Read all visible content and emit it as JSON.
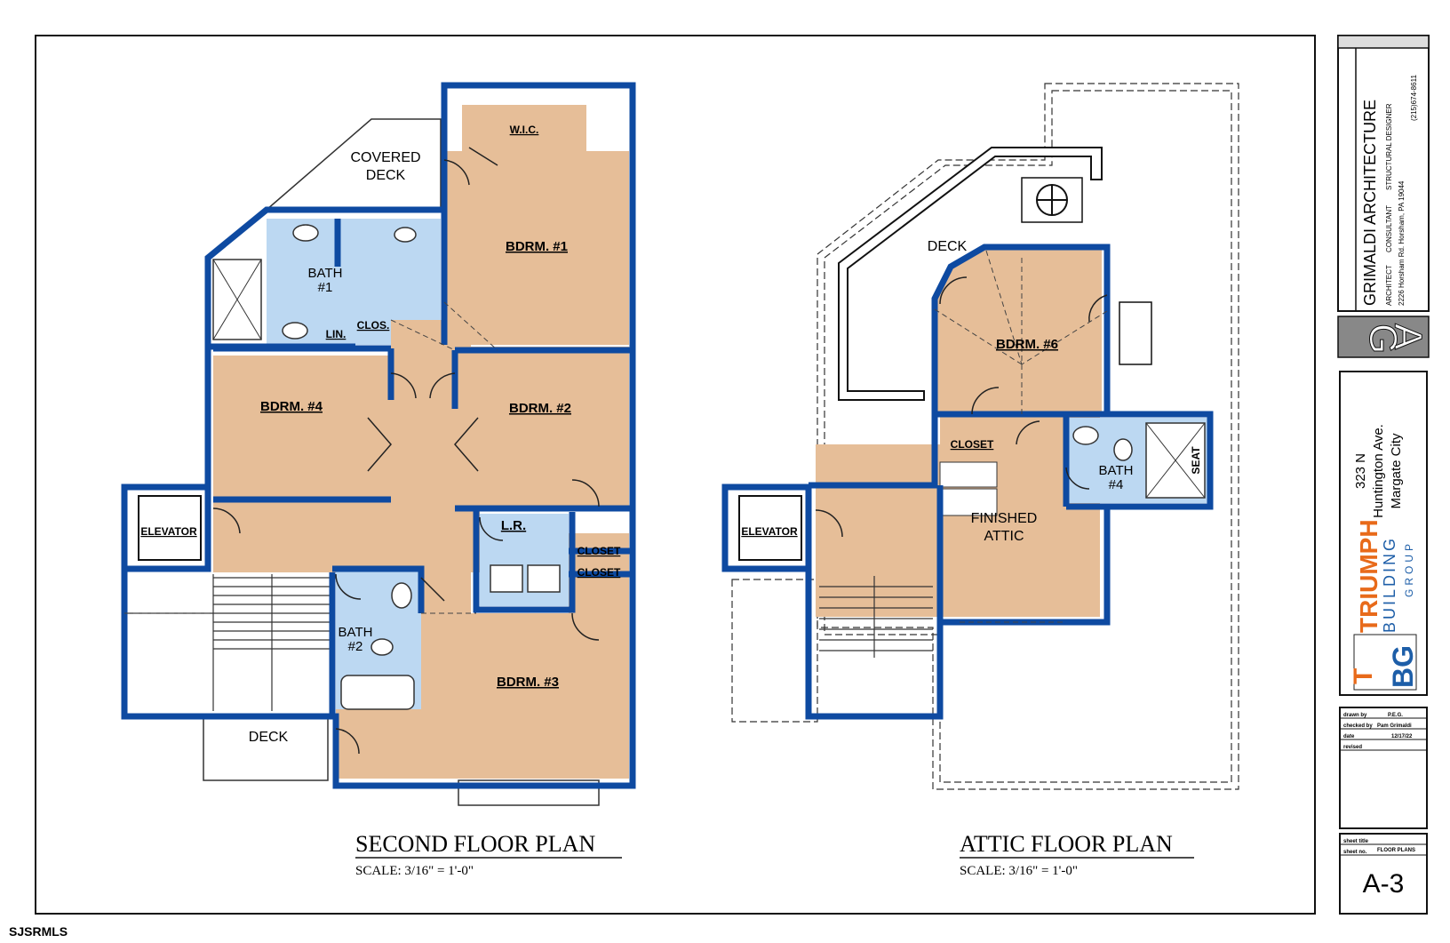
{
  "watermark": "SJSRMLS",
  "second_floor": {
    "title": "SECOND FLOOR PLAN",
    "scale": "SCALE: 3/16\" = 1'-0\"",
    "rooms": {
      "wic": "W.I.C.",
      "covered_deck_1": "COVERED",
      "covered_deck_2": "DECK",
      "bdrm1": "BDRM. #1",
      "bath1_1": "BATH",
      "bath1_2": "#1",
      "lin": "LIN.",
      "clos": "CLOS.",
      "bdrm4": "BDRM. #4",
      "bdrm2": "BDRM. #2",
      "elevator": "ELEVATOR",
      "lr": "L.R.",
      "closet_a": "CLOSET",
      "closet_b": "CLOSET",
      "bath2_1": "BATH",
      "bath2_2": "#2",
      "bdrm3": "BDRM. #3",
      "deck": "DECK"
    }
  },
  "attic_floor": {
    "title": "ATTIC FLOOR PLAN",
    "scale": "SCALE: 3/16\" = 1'-0\"",
    "rooms": {
      "deck": "DECK",
      "bdrm6": "BDRM. #6",
      "closet": "CLOSET",
      "bath4_1": "BATH",
      "bath4_2": "#4",
      "seat": "SEAT",
      "finished_1": "FINISHED",
      "finished_2": "ATTIC",
      "elevator": "ELEVATOR"
    }
  },
  "title_block": {
    "firm": "GRIMALDI ARCHITECTURE",
    "role_1": "ARCHITECT",
    "role_2": "CONSULTANT",
    "role_3": "STRUCTURAL DESIGNER",
    "address": "2226 Horsham Rd.   Horsham, PA 19044",
    "phone": "(215)674-8611",
    "monogram_1": "G",
    "monogram_2": "A",
    "project_1": "323 N",
    "project_2": "Huntington Ave.",
    "project_3": "Margate City",
    "builder_1": "TRIUMPH",
    "builder_2": "BUILDING",
    "builder_3": "GROUP",
    "builder_initials_1": "T",
    "builder_initials_2": "BG",
    "drawn_by_label": "drawn by",
    "drawn_by": "P.E.G.",
    "checked_by_label": "checked by",
    "checked_by": "Pam Grimaldi",
    "date_label": "date",
    "date": "12/17/22",
    "revised_label": "revised",
    "sheet_title_label": "sheet title",
    "sheet_title": "FLOOR PLANS",
    "sheet_no_label": "sheet no.",
    "sheet_no": "A-3"
  },
  "colors": {
    "wall": "#0e4aa1",
    "room": "#e6be98",
    "bath": "#bcd8f2",
    "line": "#222222"
  }
}
